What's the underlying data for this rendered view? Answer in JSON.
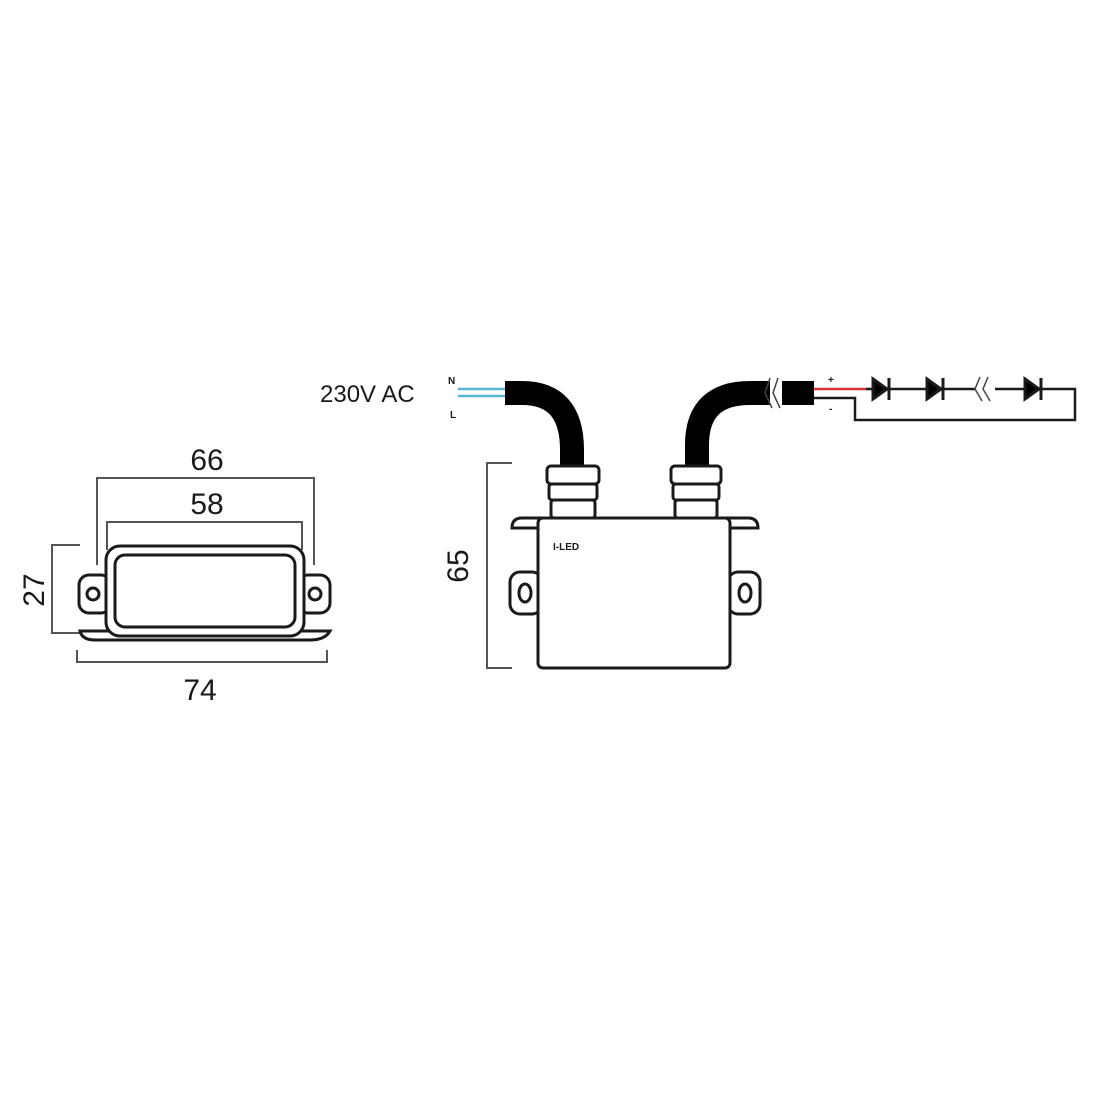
{
  "left_view": {
    "dim_outer_width": "66",
    "dim_inner_width": "58",
    "dim_height": "27",
    "dim_base_width": "74"
  },
  "front_view": {
    "dim_height": "65",
    "brand_label": "I-LED",
    "input_label": "230V AC",
    "input_wire_n": "N",
    "input_wire_l": "L",
    "output_plus": "+",
    "output_minus": "-"
  },
  "colors": {
    "line": "#1a1a1a",
    "dimension": "#555555",
    "wire_blue": "#5ab4d6",
    "wire_red": "#d9343a"
  }
}
